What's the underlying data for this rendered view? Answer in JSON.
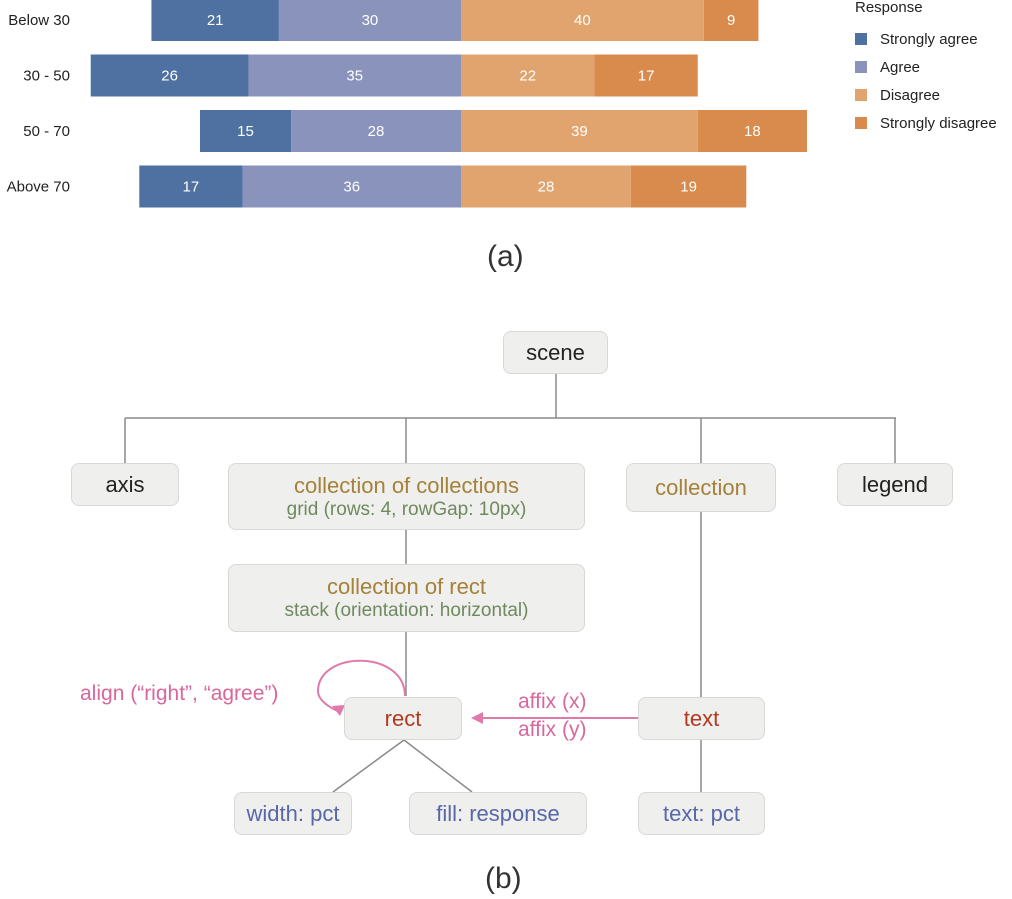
{
  "chart_data": {
    "type": "bar",
    "orientation": "horizontal-diverging-stacked",
    "categories": [
      "Below 30",
      "30 - 50",
      "50 - 70",
      "Above 70"
    ],
    "series": [
      {
        "name": "Strongly agree",
        "color": "#4e71a1",
        "values": [
          21,
          26,
          15,
          17
        ]
      },
      {
        "name": "Agree",
        "color": "#8a93bc",
        "values": [
          30,
          35,
          28,
          36
        ]
      },
      {
        "name": "Disagree",
        "color": "#e2a46f",
        "values": [
          40,
          22,
          39,
          28
        ]
      },
      {
        "name": "Strongly disagree",
        "color": "#d98a4d",
        "values": [
          9,
          17,
          18,
          19
        ]
      }
    ],
    "legend_title": "Response",
    "legend_position": "right",
    "align_center_between": [
      "Agree",
      "Disagree"
    ],
    "title": "",
    "xlabel": "",
    "ylabel": "",
    "grid": false
  },
  "captions": {
    "a": "(a)",
    "b": "(b)"
  },
  "tree": {
    "scene": "scene",
    "axis": "axis",
    "coll_of_colls": {
      "title": "collection of collections",
      "sub": "grid (rows: 4, rowGap: 10px)"
    },
    "collection": "collection",
    "legend": "legend",
    "coll_of_rect": {
      "title": "collection of rect",
      "sub": "stack (orientation: horizontal)"
    },
    "rect": "rect",
    "text": "text",
    "width": "width: pct",
    "fill": "fill: response",
    "text_pct": "text: pct",
    "align": "align (“right”, “agree”)",
    "affix_x": "affix (x)",
    "affix_y": "affix (y)"
  }
}
